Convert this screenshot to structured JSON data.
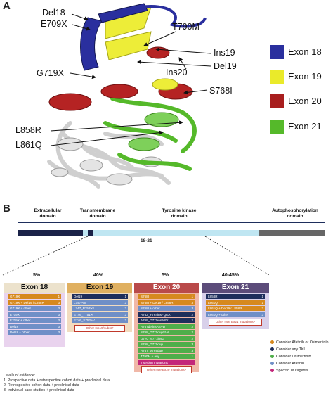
{
  "panel_a": {
    "letter": "A",
    "labels": {
      "del18": "Del18",
      "e709x": "E709X",
      "t790m": "T790M",
      "ins19": "Ins19",
      "del19": "Del19",
      "g719x": "G719X",
      "ins20": "Ins20",
      "s768i": "S768I",
      "l858r": "L858R",
      "l861q": "L861Q"
    },
    "legend": [
      {
        "label": "Exon 18",
        "color": "#2a2f9e"
      },
      {
        "label": "Exon 19",
        "color": "#eaea2a"
      },
      {
        "label": "Exon 20",
        "color": "#a81e1e"
      },
      {
        "label": "Exon 21",
        "color": "#55b92a"
      }
    ]
  },
  "panel_b": {
    "letter": "B",
    "domains": {
      "extracellular": "Extracellular\ndomain",
      "transmembrane": "Transmembrane\ndomain",
      "kinase": "Tyrosine kinase\ndomain",
      "autophos": "Autophosphorylation\ndomain"
    },
    "exon_range": "18-21",
    "exons": [
      {
        "pct": "5%",
        "title": "Exon 18",
        "head_color": "#ece2cc",
        "body_color": "#e9d3ee",
        "rows": [
          {
            "name": "G719X",
            "level": "1",
            "color": "#d6891e"
          },
          {
            "name": "G719X + Del19 / L858R",
            "level": "3",
            "color": "#d6891e"
          },
          {
            "name": "G719X + other",
            "level": "3",
            "color": "#6f8fc7"
          },
          {
            "name": "E709X",
            "level": "3",
            "color": "#6f8fc7"
          },
          {
            "name": "E709X + other",
            "level": "3",
            "color": "#6f8fc7"
          },
          {
            "name": "Del18",
            "level": "3",
            "color": "#6f8fc7"
          },
          {
            "name": "Del18 + other",
            "level": "3",
            "color": "#6f8fc7"
          }
        ],
        "other": ""
      },
      {
        "pct": "40%",
        "title": "Exon 19",
        "head_color": "#e0b060",
        "body_color": "#f2dcc0",
        "rows": [
          {
            "name": "Del19",
            "level": "1",
            "color": "#1e2e5c"
          },
          {
            "name": "L747P/S",
            "level": "3",
            "color": "#6f8fc7"
          },
          {
            "name": "L747_P753>S",
            "level": "3",
            "color": "#6f8fc7"
          },
          {
            "name": "E746_T751>I",
            "level": "3",
            "color": "#6f8fc7"
          },
          {
            "name": "E746_S752>V",
            "level": "3",
            "color": "#6f8fc7"
          }
        ],
        "other": "Other Ins19/subst?"
      },
      {
        "pct": "5%",
        "title": "Exon 20",
        "head_color": "#b94a4a",
        "body_color": "#f0b8a8",
        "rows": [
          {
            "name": "S768I",
            "level": "1",
            "color": "#d6891e"
          },
          {
            "name": "S768I + Del19 / L858R",
            "level": "3",
            "color": "#d6891e"
          },
          {
            "name": "S768I + other",
            "level": "3",
            "color": "#6f8fc7"
          },
          {
            "name": "A763_Y764insFQEA",
            "level": "2",
            "color": "#1e2e5c"
          },
          {
            "name": "A769_D770insASV",
            "level": "2",
            "color": "#1e2e5c"
          },
          {
            "name": "A767delinsASVD",
            "level": "2",
            "color": "#4fae4a"
          },
          {
            "name": "S768_D770dupSVA",
            "level": "2",
            "color": "#4fae4a"
          },
          {
            "name": "D770_N771insG",
            "level": "2",
            "color": "#4fae4a"
          },
          {
            "name": "S768_D770dup",
            "level": "3",
            "color": "#4fae4a"
          },
          {
            "name": "A767_V769dup",
            "level": "3",
            "color": "#4fae4a"
          },
          {
            "name": "T790M + any",
            "level": "1",
            "color": "#4fae4a"
          },
          {
            "name": "Insertion mutations",
            "level": "",
            "color": "#c3267a"
          }
        ],
        "other": "Other rare Ex20 mutations?"
      },
      {
        "pct": "40-45%",
        "title": "Exon 21",
        "head_color": "#5c4c7a",
        "body_color": "#d8d0ea",
        "rows": [
          {
            "name": "L858R",
            "level": "1",
            "color": "#1e2e5c"
          },
          {
            "name": "L861Q",
            "level": "1",
            "color": "#d6891e"
          },
          {
            "name": "L861Q + Del19 / L858R",
            "level": "3",
            "color": "#d6891e"
          },
          {
            "name": "L861Q + other",
            "level": "3",
            "color": "#6f8fc7"
          }
        ],
        "other": "Other rare Ex21 mutations?"
      }
    ],
    "legend": [
      {
        "label": "Consider Afatinib or Osimertinib",
        "color": "#d6891e"
      },
      {
        "label": "Consider any TKI",
        "color": "#1e2e5c"
      },
      {
        "label": "Consider Osimertinib",
        "color": "#4fae4a"
      },
      {
        "label": "Consider Afatinib",
        "color": "#6f8fc7"
      },
      {
        "label": "Specific TKI/agents",
        "color": "#c3267a"
      }
    ],
    "evidence": {
      "title": "Levels of evidence:",
      "items": [
        "1. Prospective data + retrospective cohort data + preclinical data",
        "2. Retrospective cohort data + preclinical data",
        "3. Individual case studies + preclinical data"
      ]
    }
  }
}
